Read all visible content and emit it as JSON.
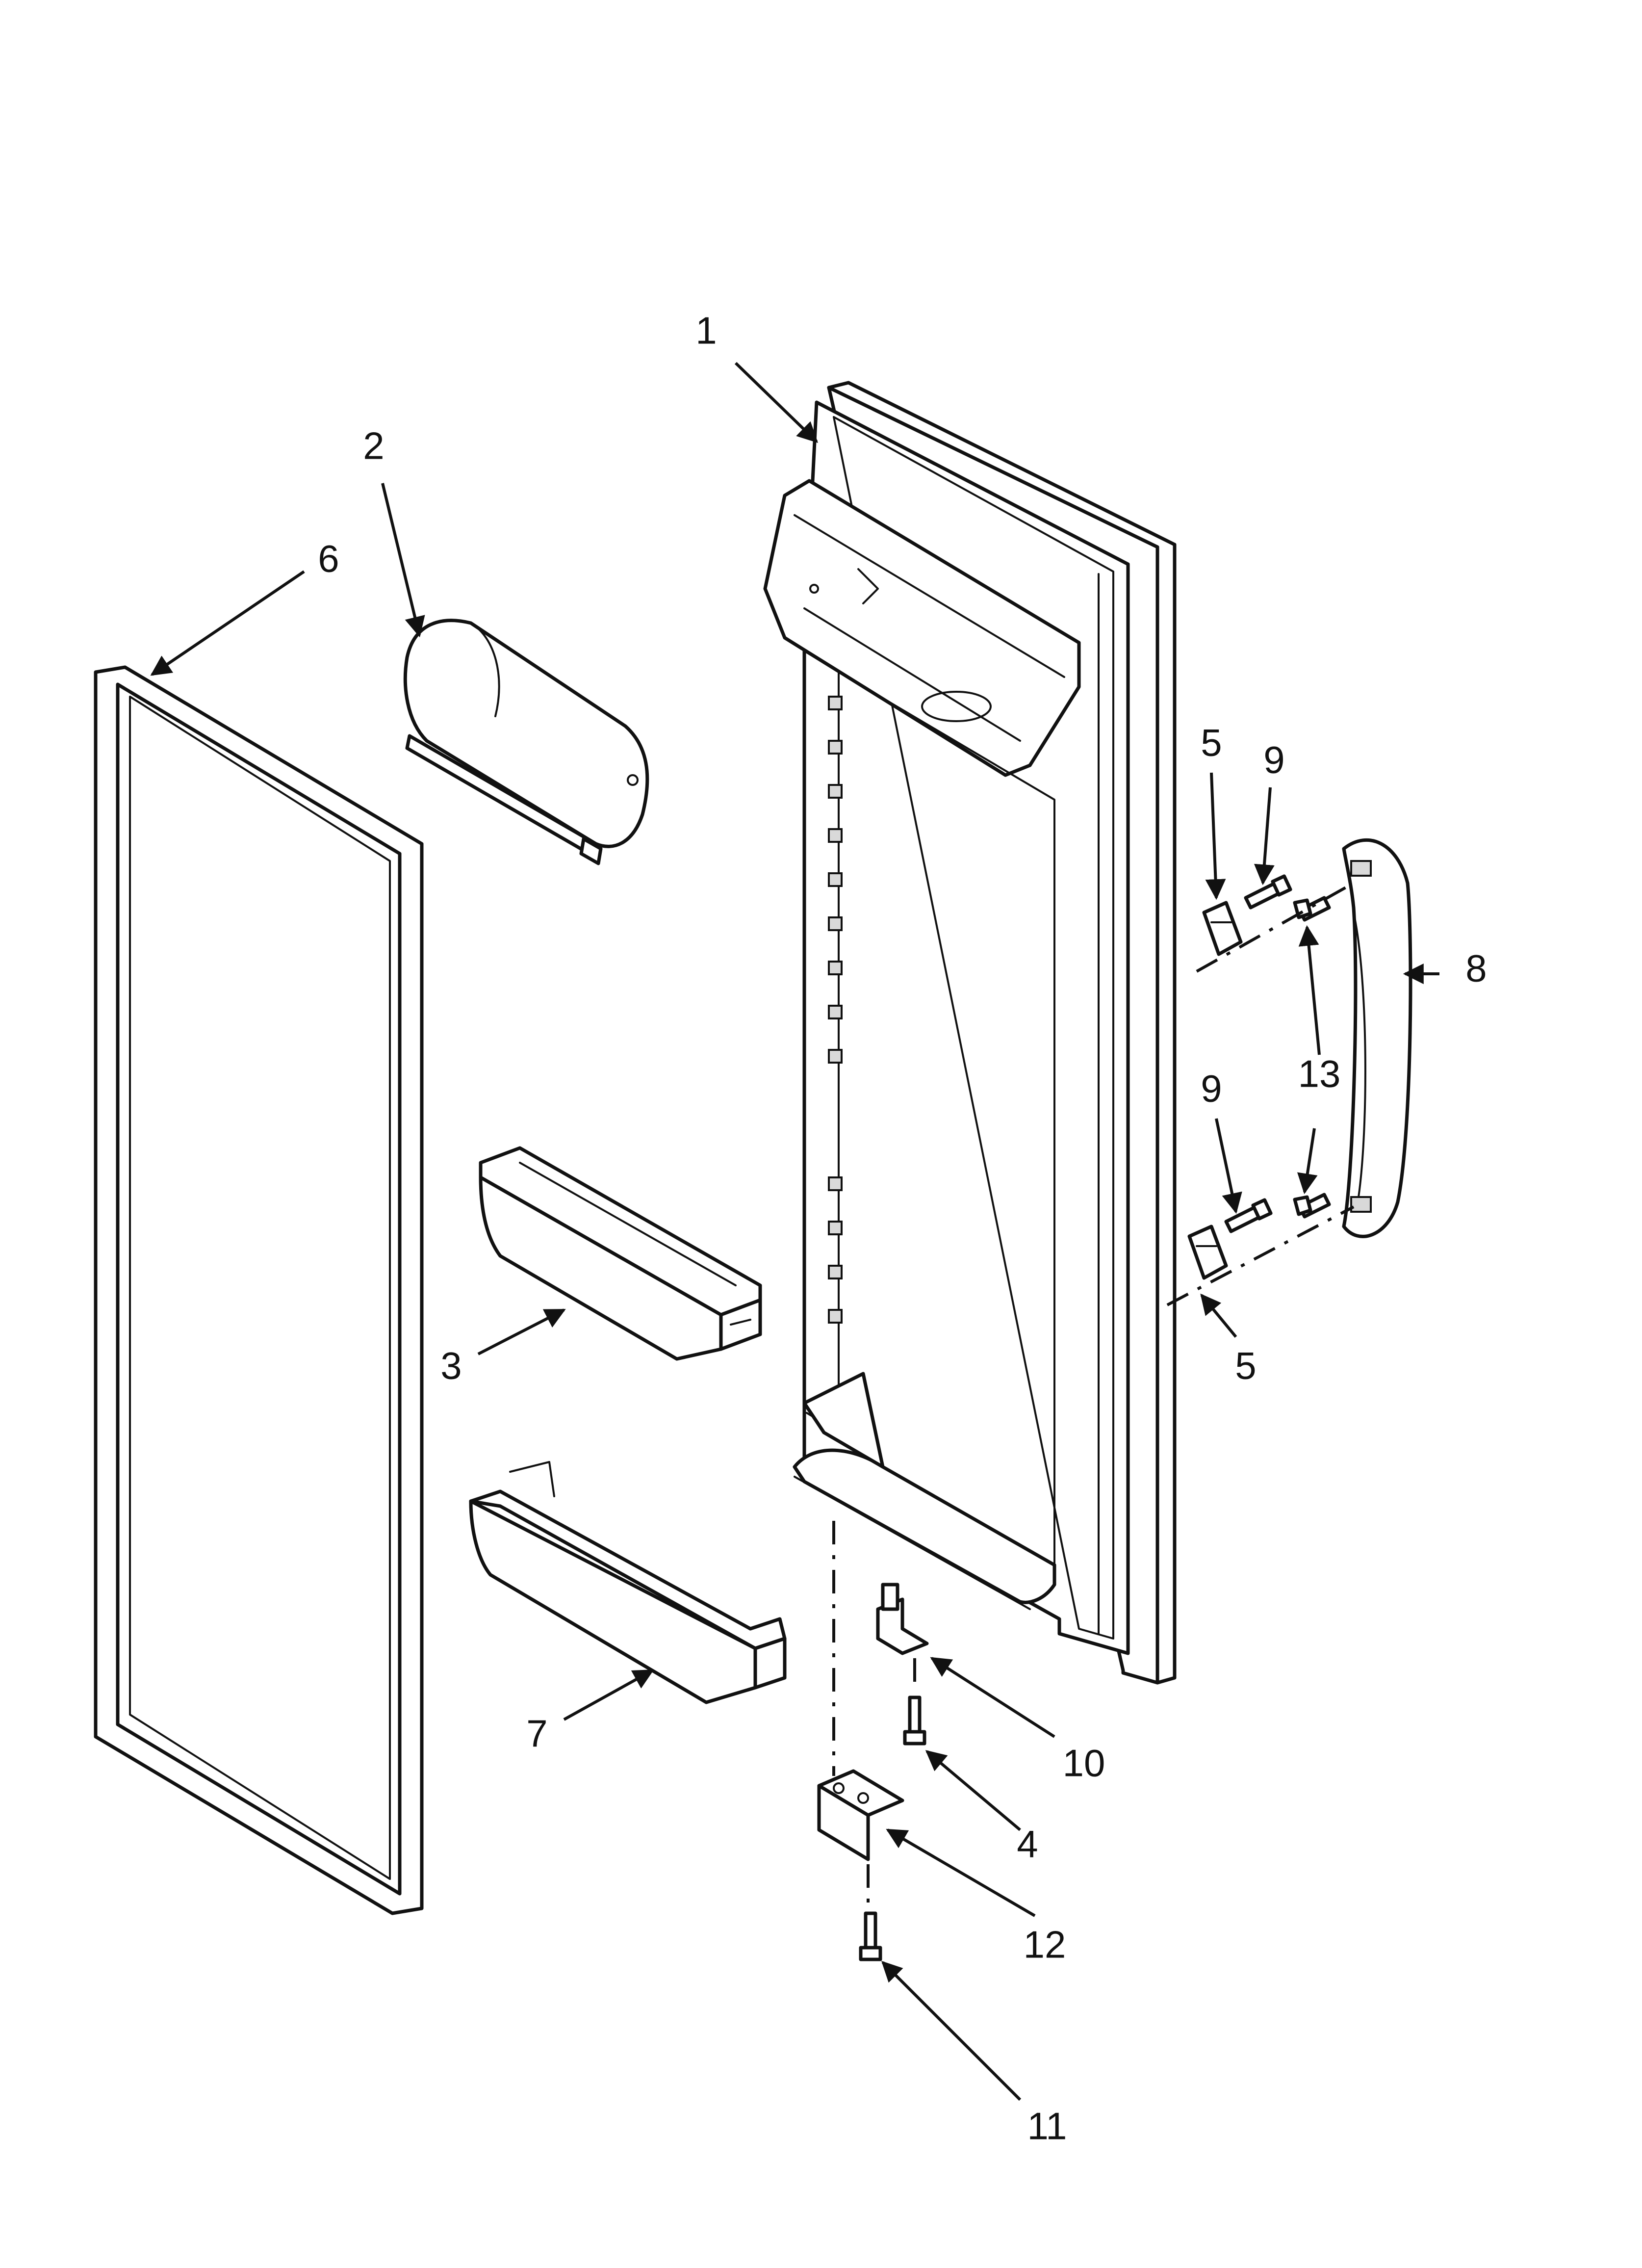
{
  "callouts": {
    "c1": "1",
    "c2": "2",
    "c3": "3",
    "c4": "4",
    "c5a": "5",
    "c5b": "5",
    "c6": "6",
    "c7": "7",
    "c8": "8",
    "c9a": "9",
    "c9b": "9",
    "c10": "10",
    "c11": "11",
    "c12": "12",
    "c13": "13"
  },
  "colors": {
    "line": "#111111",
    "background": "#ffffff",
    "shade": "#d9d9d9"
  }
}
